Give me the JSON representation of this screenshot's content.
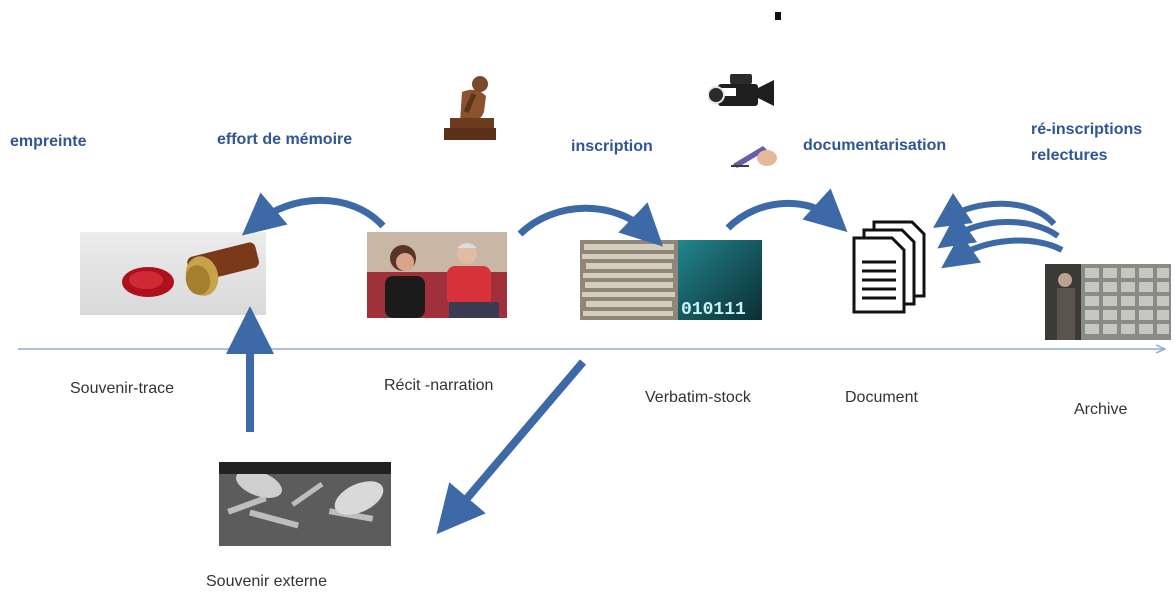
{
  "process_labels": {
    "empreinte": "empreinte",
    "effort": "effort de mémoire",
    "inscription": "inscription",
    "documentarisation": "documentarisation",
    "reinscriptions": "ré-inscriptions",
    "relectures": "relectures"
  },
  "stage_labels": {
    "souvenir_trace": "Souvenir-trace",
    "recit": "Récit -narration",
    "verbatim": "Verbatim-stock",
    "document": "Document",
    "archive": "Archive",
    "souvenir_externe": "Souvenir externe"
  },
  "binary_text": "010111",
  "colors": {
    "arrow": "#3d6aa6",
    "label": "#2f5597",
    "axis": "#8eaadb"
  },
  "icons": [
    "seal-image",
    "interview-image",
    "archive-stack-image",
    "document-icon",
    "archive-room-image",
    "hands-photo-image",
    "thinker-statue-icon",
    "video-camera-icon",
    "writing-hand-icon"
  ]
}
